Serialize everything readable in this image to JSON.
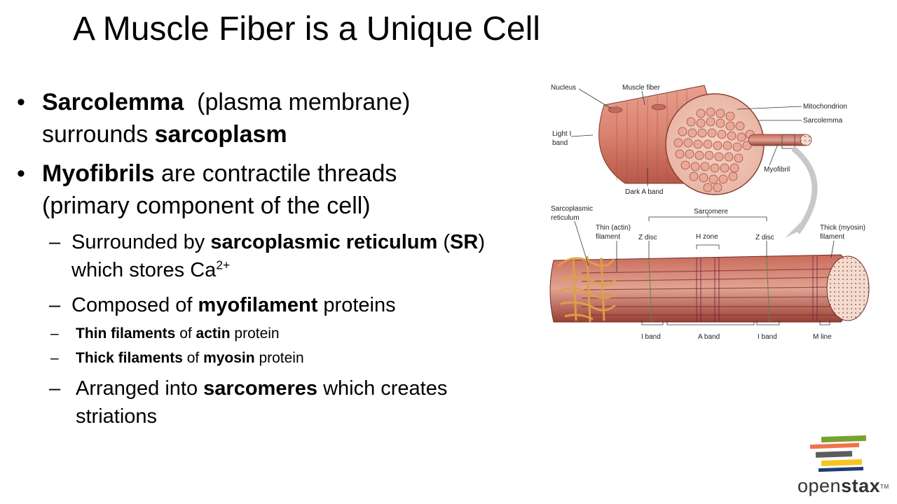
{
  "slide": {
    "title": "A Muscle Fiber is a Unique Cell"
  },
  "bullets": {
    "b1": {
      "term": "Sarcolemma",
      "rest1": "  (plasma membrane)",
      "line2_pre": "surrounds ",
      "line2_term": "sarcoplasm"
    },
    "b2": {
      "term": "Myofibrils",
      "rest1": " are contractile threads",
      "line2": "(primary component of the cell)"
    },
    "sub1": {
      "pre": "Surrounded by ",
      "term": "sarcoplasmic reticulum",
      "mid": " (",
      "abbr": "SR",
      "post": ")",
      "line2": "which stores Ca",
      "sup": "2+"
    },
    "sub2": {
      "pre": "Composed of ",
      "term": "myofilament",
      "post": " proteins"
    },
    "sub3": {
      "term": "Thin filaments",
      "mid": " of ",
      "term2": "actin",
      "post": " protein"
    },
    "sub4": {
      "term": "Thick filaments",
      "mid": " of ",
      "term2": "myosin",
      "post": " protein"
    },
    "sub5": {
      "pre": "Arranged into ",
      "term": "sarcomeres",
      "post": " which creates",
      "line2": "striations"
    },
    "bullet_char": "•",
    "dash_char": "–"
  },
  "figure": {
    "labels": {
      "nucleus": "Nucleus",
      "muscle_fiber": "Muscle fiber",
      "mitochondrion": "Mitochondrion",
      "sarcolemma": "Sarcolemma",
      "light_i_band_1": "Light I",
      "light_i_band_2": "band",
      "myofibril": "Myofibril",
      "dark_a_band": "Dark A band",
      "sr_1": "Sarcoplasmic",
      "sr_2": "reticulum",
      "sarcomere": "Sarcomere",
      "thin_1": "Thin (actin)",
      "thin_2": "filament",
      "z_disc_left": "Z disc",
      "h_zone": "H zone",
      "z_disc_right": "Z disc",
      "thick_1": "Thick (myosin)",
      "thick_2": "filament",
      "i_band_left": "I band",
      "a_band": "A band",
      "i_band_right": "I band",
      "m_line": "M line"
    },
    "colors": {
      "muscle": "#d9826f",
      "muscle_dark": "#b8574a",
      "myofibril_face": "#f0c3b3",
      "sr": "#f2b552",
      "arrow": "#c8c8c8"
    }
  },
  "logo": {
    "word_light": "open",
    "word_bold": "stax",
    "tm": "TM",
    "bar_colors": [
      "#78a22f",
      "#f0734b",
      "#5c5c5c",
      "#f7c61e",
      "#1f3b73"
    ]
  }
}
